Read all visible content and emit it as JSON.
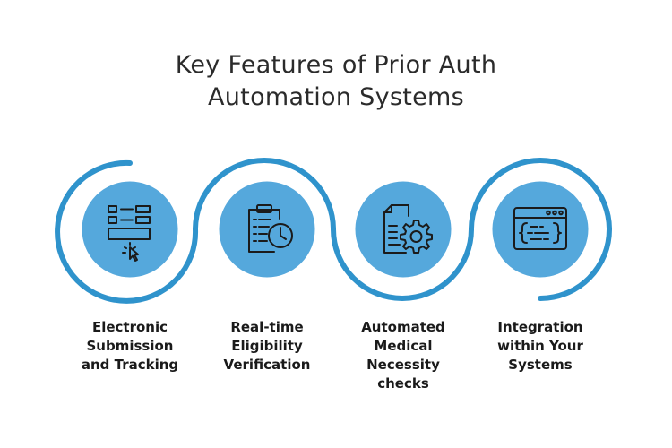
{
  "title": {
    "line1": "Key Features of Prior Auth",
    "line2": "Automation Systems"
  },
  "colors": {
    "arc": "#2f93cc",
    "circle_fill": "#55a8dc",
    "icon_stroke": "#1b1b1b",
    "text": "#1a1a1a"
  },
  "features": [
    {
      "icon": "submission-form-icon",
      "lines": [
        "Electronic",
        "Submission",
        "and Tracking"
      ]
    },
    {
      "icon": "clipboard-clock-icon",
      "lines": [
        "Real-time",
        "Eligibility",
        "Verification"
      ]
    },
    {
      "icon": "document-gear-icon",
      "lines": [
        "Automated",
        "Medical",
        "Necessity",
        "checks"
      ]
    },
    {
      "icon": "code-window-icon",
      "lines": [
        "Integration",
        "within Your",
        "Systems"
      ]
    }
  ]
}
